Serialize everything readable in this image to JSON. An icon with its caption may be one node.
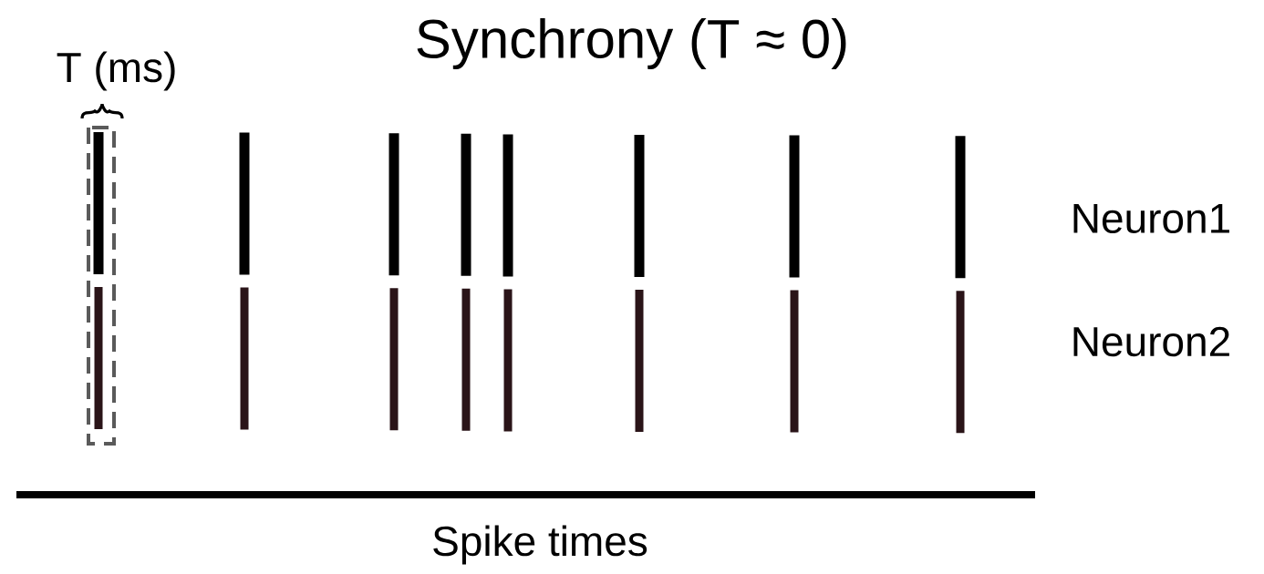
{
  "diagram": {
    "title": "Synchrony (T ≈ 0)",
    "labels": [
      "T (ms)",
      "Neuron1",
      "Neuron2",
      "Spike times"
    ]
  }
}
